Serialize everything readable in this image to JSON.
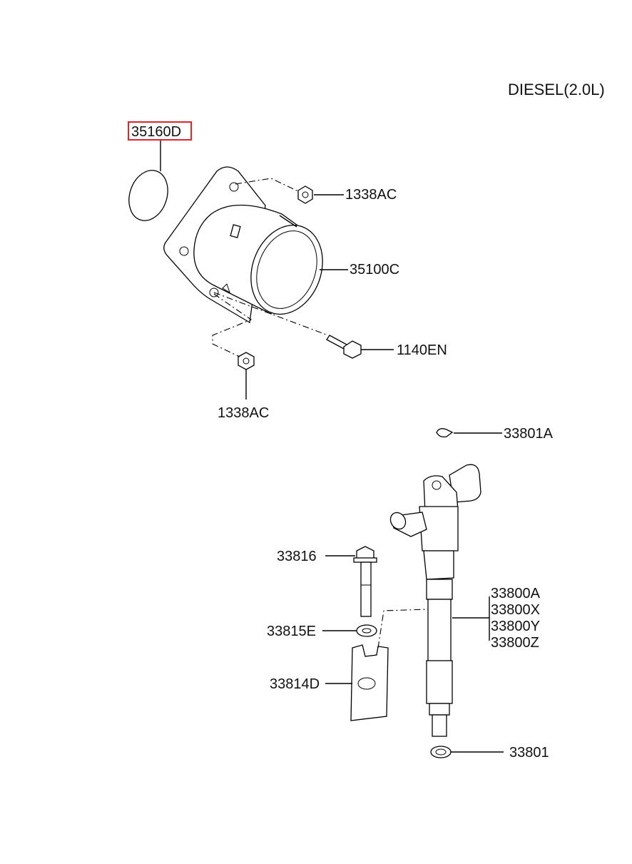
{
  "header": {
    "engine": "DIESEL(2.0L)"
  },
  "parts": {
    "p35160D": "35160D",
    "p1338AC_top": "1338AC",
    "p35100C": "35100C",
    "p1140EN": "1140EN",
    "p1338AC_bottom": "1338AC",
    "p33801A": "33801A",
    "p33816": "33816",
    "p33815E": "33815E",
    "p33814D": "33814D",
    "p33800A": "33800A",
    "p33800X": "33800X",
    "p33800Y": "33800Y",
    "p33800Z": "33800Z",
    "p33801": "33801"
  },
  "highlight": {
    "part": "35160D",
    "color": "#e0242b"
  }
}
